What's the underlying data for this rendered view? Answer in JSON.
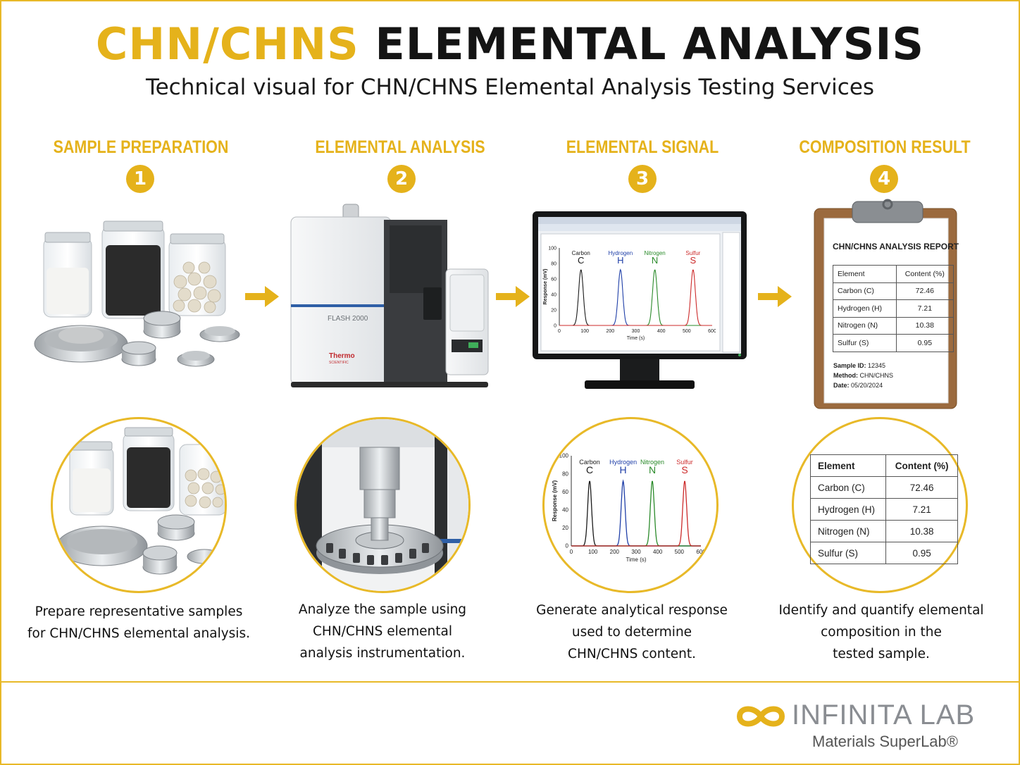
{
  "title": {
    "accent": "CHN/CHNS",
    "main": "ELEMENTAL ANALYSIS"
  },
  "subtitle": "Technical visual for CHN/CHNS Elemental Analysis Testing Services",
  "steps": [
    {
      "number": "1",
      "heading": "SAMPLE PREPARATION",
      "caption_lines": [
        "Prepare representative samples",
        "for CHN/CHNS elemental analysis."
      ]
    },
    {
      "number": "2",
      "heading": "ELEMENTAL ANALYSIS",
      "caption_lines": [
        "Analyze the sample using",
        "CHN/CHNS elemental",
        "analysis instrumentation."
      ]
    },
    {
      "number": "3",
      "heading": "ELEMENTAL SIGNAL",
      "caption_lines": [
        "Generate analytical response",
        "used to determine",
        "CHN/CHNS content."
      ]
    },
    {
      "number": "4",
      "heading": "COMPOSITION RESULT",
      "caption_lines": [
        "Identify and quantify elemental",
        "composition in the",
        "tested sample."
      ]
    }
  ],
  "instrument": {
    "model": "FLASH 2000",
    "brand": "Thermo",
    "brand_sub": "SCIENTIFIC"
  },
  "chart_data": {
    "type": "line",
    "xlabel": "Time (s)",
    "ylabel": "Response (mV)",
    "xlim": [
      0,
      600
    ],
    "ylim": [
      0,
      100
    ],
    "x_ticks": [
      0,
      100,
      200,
      300,
      400,
      500,
      600
    ],
    "y_ticks": [
      0,
      20,
      40,
      60,
      80,
      100
    ],
    "series": [
      {
        "name": "Carbon",
        "symbol": "C",
        "color": "#1a1a1a",
        "peak_x": 85,
        "peak_y": 72,
        "width": 9
      },
      {
        "name": "Hydrogen",
        "symbol": "H",
        "color": "#1f3fa8",
        "peak_x": 240,
        "peak_y": 72,
        "width": 9
      },
      {
        "name": "Nitrogen",
        "symbol": "N",
        "color": "#2a8a2a",
        "peak_x": 375,
        "peak_y": 72,
        "width": 9
      },
      {
        "name": "Sulfur",
        "symbol": "S",
        "color": "#cc2a2a",
        "peak_x": 525,
        "peak_y": 72,
        "width": 9
      }
    ]
  },
  "report": {
    "title": "CHN/CHNS ANALYSIS REPORT",
    "headers": [
      "Element",
      "Content (%)"
    ],
    "rows": [
      [
        "Carbon (C)",
        "72.46"
      ],
      [
        "Hydrogen (H)",
        "7.21"
      ],
      [
        "Nitrogen (N)",
        "10.38"
      ],
      [
        "Sulfur (S)",
        "0.95"
      ]
    ],
    "sample_label": "Sample ID:",
    "sample_value": "12345",
    "method_label": "Method:",
    "method_value": "CHN/CHNS",
    "date_label": "Date:",
    "date_value": "05/20/2024"
  },
  "logo": {
    "name": "INFINITA LAB",
    "tagline": "Materials SuperLab®"
  },
  "colors": {
    "accent": "#e5b21b",
    "carbon": "#1a1a1a",
    "hydrogen": "#1f3fa8",
    "nitrogen": "#2a8a2a",
    "sulfur": "#cc2a2a"
  }
}
